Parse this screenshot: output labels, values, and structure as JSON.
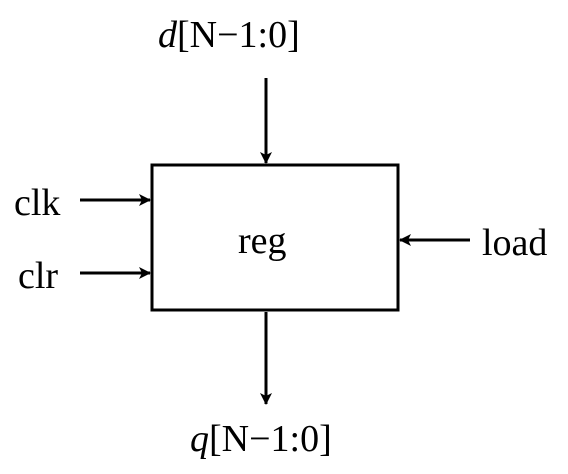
{
  "block": {
    "name": "reg"
  },
  "inputs": {
    "data": {
      "signal": "d",
      "range": "[N−1:0]"
    },
    "clk": "clk",
    "clr": "clr",
    "load": "load"
  },
  "outputs": {
    "q": {
      "signal": "q",
      "range": "[N−1:0]"
    }
  },
  "colors": {
    "stroke": "#000000",
    "background": "#ffffff"
  }
}
